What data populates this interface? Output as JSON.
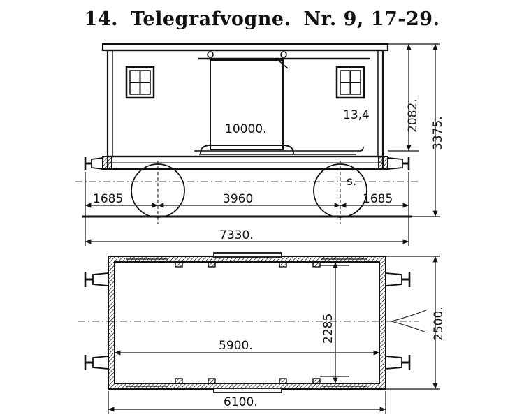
{
  "title": {
    "number": "14.",
    "name": "Telegrafvogne.",
    "series": "Nr. 9, 17-29."
  },
  "side_view": {
    "load_mark": "10000.",
    "tare_mark": "13,4",
    "brake_mark": "s.",
    "overhang_left": "1685",
    "wheelbase": "3960",
    "overhang_right": "1685",
    "length_over_buffers": "7330.",
    "body_height": "2082.",
    "total_height": "3375."
  },
  "plan_view": {
    "inner_width": "2285",
    "outer_width": "2500.",
    "inner_length": "5900.",
    "outer_length": "6100."
  },
  "colors": {
    "ink": "#111111",
    "paper": "#ffffff"
  }
}
